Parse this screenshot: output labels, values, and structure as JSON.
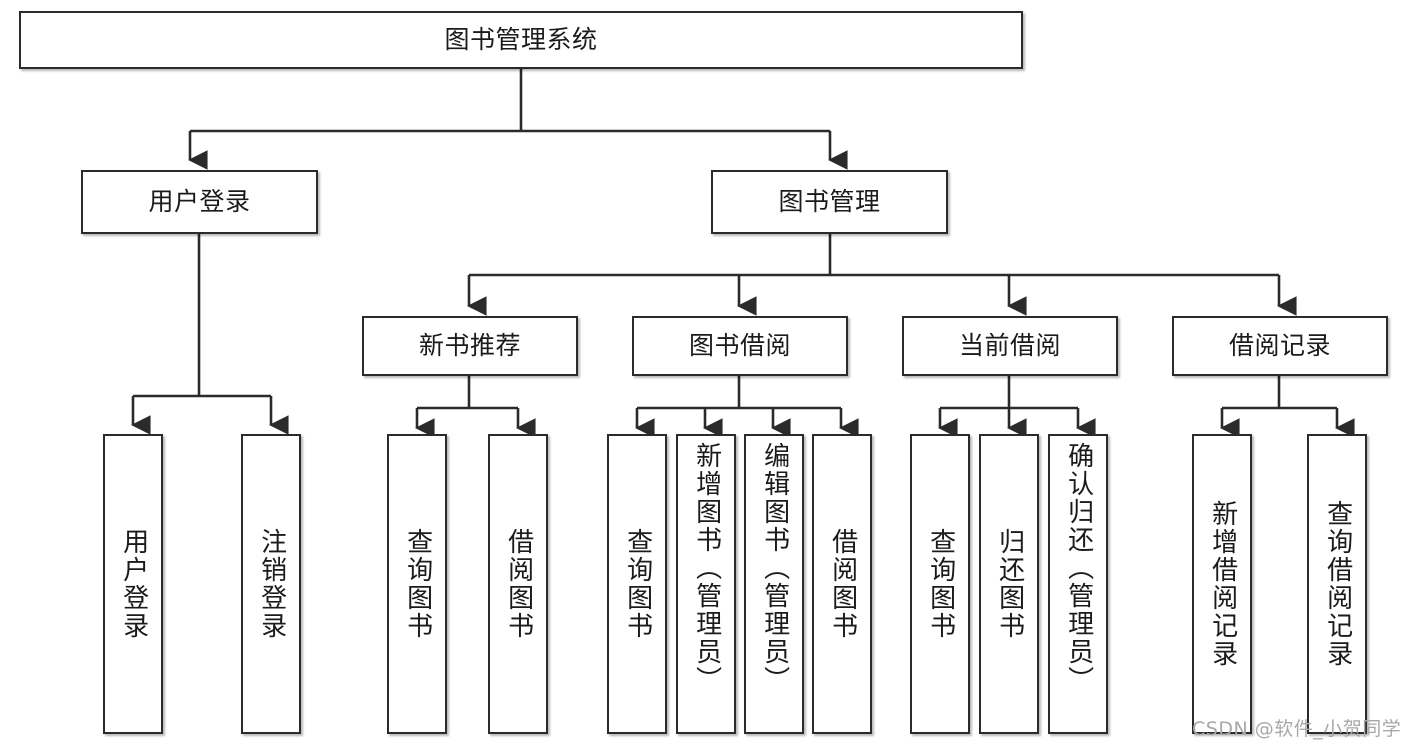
{
  "diagram": {
    "type": "tree-hierarchy",
    "title": "图书管理系统",
    "watermark": "CSDN @软件_小贺同学",
    "colors": {
      "box_border": "#2b2b2b",
      "box_fill": "#ffffff",
      "edge": "#2b2b2b",
      "text": "#1b1b1b",
      "watermark": "#a8a8a8",
      "background": "#ffffff"
    },
    "root": {
      "label": "图书管理系统"
    },
    "level2": [
      {
        "label": "用户登录"
      },
      {
        "label": "图书管理"
      }
    ],
    "level3": [
      {
        "label": "新书推荐"
      },
      {
        "label": "图书借阅"
      },
      {
        "label": "当前借阅"
      },
      {
        "label": "借阅记录"
      }
    ],
    "leaves": {
      "user_login": [
        {
          "label": "用户登录"
        },
        {
          "label": "注销登录"
        }
      ],
      "new_book_recommend": [
        {
          "label": "查询图书"
        },
        {
          "label": "借阅图书"
        }
      ],
      "book_borrow": [
        {
          "label": "查询图书"
        },
        {
          "label": "新增图书（管理员）"
        },
        {
          "label": "编辑图书（管理员）"
        },
        {
          "label": "借阅图书"
        }
      ],
      "current_borrow": [
        {
          "label": "查询图书"
        },
        {
          "label": "归还图书"
        },
        {
          "label": "确认归还（管理员）"
        }
      ],
      "borrow_record": [
        {
          "label": "新增借阅记录"
        },
        {
          "label": "查询借阅记录"
        }
      ]
    }
  }
}
